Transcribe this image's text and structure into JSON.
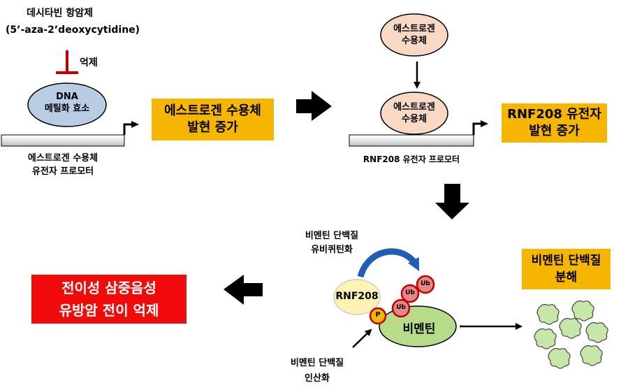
{
  "panel1": {
    "drug_name": "데시타빈 항암제",
    "drug_chemical": "(5’-aza-2’deoxycytidine)",
    "inhibit_label": "억제",
    "enzyme_line1": "DNA",
    "enzyme_line2": "메틸화 효소",
    "promoter_line1": "에스트로겐 수용체",
    "promoter_line2": "유전자 프로모터",
    "result_line1": "에스트로겐 수용체",
    "result_line2": "발현 증가"
  },
  "panel2": {
    "receptor_top_line1": "에스트로겐",
    "receptor_top_line2": "수용체",
    "receptor_bound_line1": "에스트로겐",
    "receptor_bound_line2": "수용체",
    "promoter_label": "RNF208 유전자 프로모터",
    "result_line1": "RNF208 유전자",
    "result_line2": "발현 증가"
  },
  "panel3": {
    "ubiquitination_line1": "비멘틴 단백질",
    "ubiquitination_line2": "유비퀴틴화",
    "rnf208_label": "RNF208",
    "ub_label": "Ub",
    "phospho_label": "P",
    "vimentin_label": "비멘틴",
    "phosphorylation_line1": "비멘틴 단백질",
    "phosphorylation_line2": "인산화",
    "degradation_line1": "비멘틴 단백질",
    "degradation_line2": "분해"
  },
  "outcome": {
    "line1": "전이성 삼중음성",
    "line2": "유방암 전이 억제"
  },
  "colors": {
    "orange_box": "#f6b600",
    "red_box": "#f20b0b",
    "inhibit_red": "#c00000",
    "enzyme_fill": "#b8cde4",
    "receptor_fill": "#f8d9c6",
    "rnf208_fill": "#fdf3b4",
    "ub_fill": "#e88686",
    "ub_stroke": "#c00000",
    "phospho_fill": "#f5b700",
    "vimentin_fill": "#b6dc8a",
    "curve_arrow": "#1f5eb5",
    "fragment_fill": "#c6e7a8"
  }
}
